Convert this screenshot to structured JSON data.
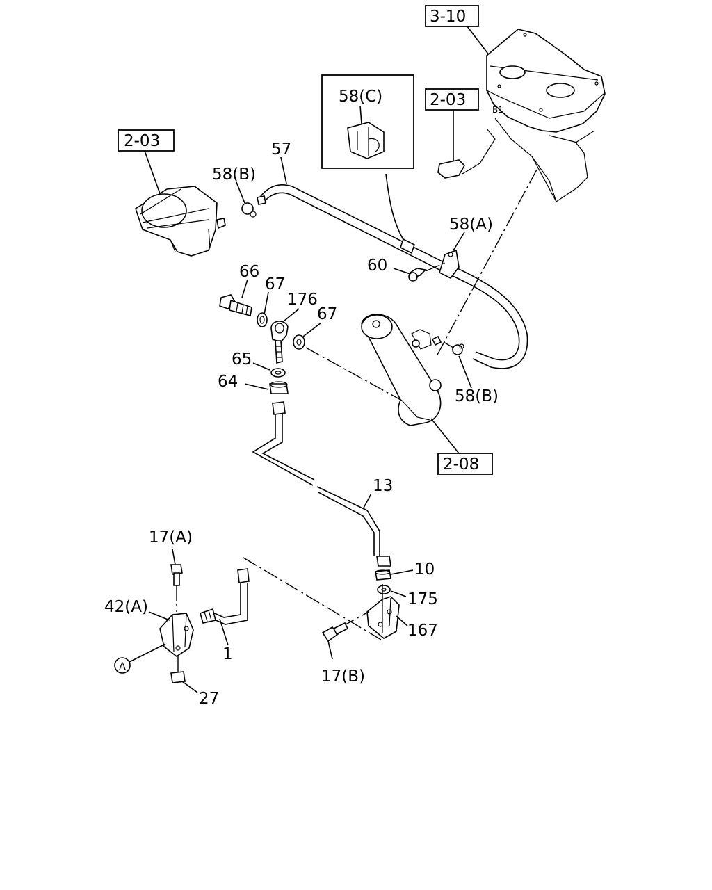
{
  "diagram": {
    "refs": {
      "r3_10": "3-10",
      "r2_03_left": "2-03",
      "r2_03_right": "2-03",
      "r2_08": "2-08"
    },
    "inset_label": "58(C)",
    "callouts": {
      "c57": "57",
      "c58b_top": "58(B)",
      "c58a": "58(A)",
      "c60": "60",
      "c66": "66",
      "c67_a": "67",
      "c176": "176",
      "c67_b": "67",
      "c65": "65",
      "c64": "64",
      "c58b_bottom": "58(B)",
      "c13": "13",
      "c10": "10",
      "c175": "175",
      "c167": "167",
      "c17a": "17(A)",
      "c42a": "42(A)",
      "c1": "1",
      "c17b": "17(B)",
      "c27": "27",
      "cA": "A"
    }
  }
}
